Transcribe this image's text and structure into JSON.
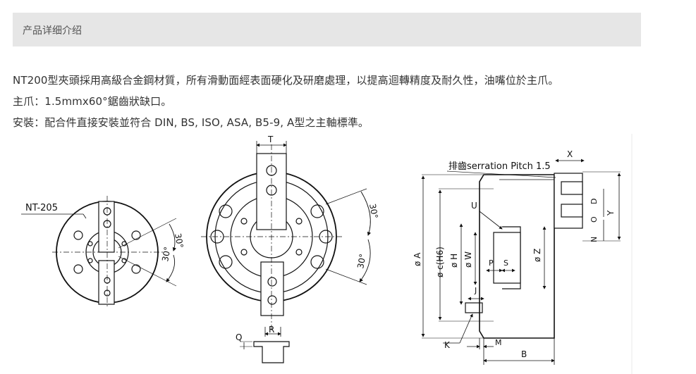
{
  "header": {
    "title": "产品详细介绍"
  },
  "description": {
    "line1": "NT200型夾頭採用高級合金鋼材質，所有滑動面經表面硬化及研磨處理，以提高迴轉精度及耐久性，油嘴位於主爪。",
    "line2": "主爪：1.5mmx60°鋸齒狀缺口。",
    "line3": "安裝：配合件直接安裝並符合 DIN, BS, ISO, ASA, B5-9, A型之主軸標準。"
  },
  "drawing": {
    "model_label": "NT-205",
    "angle_label": "30°",
    "dim_T": "T",
    "dim_R": "R",
    "dim_Q": "Q",
    "serration_label": "排齒serration Pitch 1.5",
    "dim_X": "X",
    "dim_D": "D",
    "dim_O": "O",
    "dim_N": "N",
    "dim_Y": "Y",
    "dim_U": "U",
    "dim_A": "ø A",
    "dim_C": "ø c(H6)",
    "dim_H": "ø H",
    "dim_W": "ø W",
    "dim_P": "P",
    "dim_S": "S",
    "dim_Z": "ø Z",
    "dim_J": "J",
    "dim_K": "K",
    "dim_M": "M",
    "dim_B": "B"
  }
}
